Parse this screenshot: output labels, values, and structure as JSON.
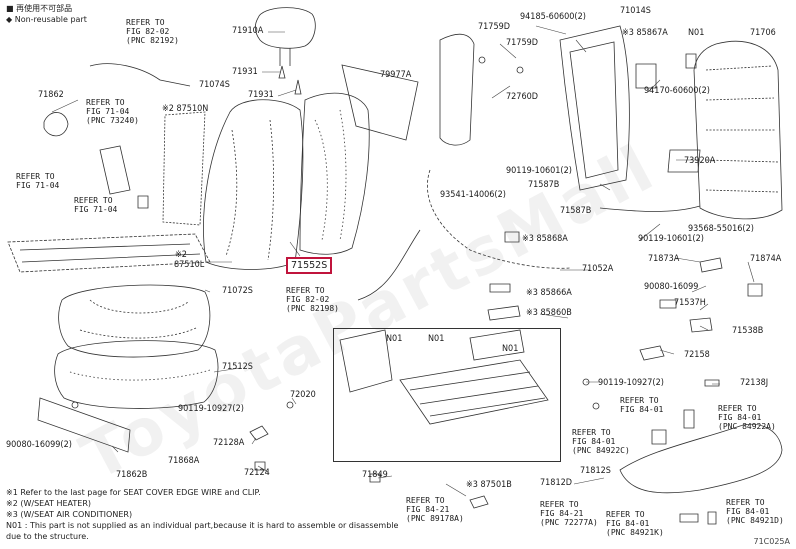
{
  "legend_top": [
    {
      "symbol": "■",
      "text": "再使用不可部品"
    },
    {
      "symbol": "◆",
      "text": "Non-reusable part"
    }
  ],
  "watermark": "ToyotaPartsMall",
  "diagram_code": "71C025A",
  "parts": {
    "p71910A": "71910A",
    "p71931a": "71931",
    "p71931b": "71931",
    "p71074S": "71074S",
    "p87510N": "※2 87510N",
    "p71862": "71862",
    "p79977A": "79977A",
    "p71552S": "71552S",
    "p87510L_a": "※2",
    "p87510L": "87510L",
    "p71072S": "71072S",
    "p71512S": "71512S",
    "p72020": "72020",
    "p90119_10927_2a": "90119-10927(2)",
    "p90080_16099": "90080-16099(2)",
    "p72128A": "72128A",
    "p71868A": "71868A",
    "p71862B": "71862B",
    "p72124": "72124",
    "p71849": "71849",
    "p87501B": "※3 87501B",
    "p71812D": "71812D",
    "p71812S": "71812S",
    "p94185": "94185-60600(2)",
    "p71014S": "71014S",
    "p85867A": "※3 85867A",
    "pN01a": "N01",
    "p71706": "71706",
    "p71759Da": "71759D",
    "p71759Db": "71759D",
    "p72760D": "72760D",
    "p94170": "94170-60600(2)",
    "p90119_10601_2a": "90119-10601(2)",
    "p73920A": "73920A",
    "p71587B": "71587B",
    "p93541": "93541-14006(2)",
    "p71587Bb": "71587B",
    "p93568": "93568-55016(2)",
    "p90119_10601_2b": "90119-10601(2)",
    "p85868A": "※3 85868A",
    "p71052A": "71052A",
    "p71873A": "71873A",
    "p71874A": "71874A",
    "p85866A": "※3 85866A",
    "p90080_16099b": "90080-16099",
    "p71537H": "71537H",
    "p85860B": "※3 85860B",
    "p71538B": "71538B",
    "pN01b": "N01",
    "pN01c": "N01",
    "pN01d": "N01",
    "p72158": "72158",
    "p90119_10927_2b": "90119-10927(2)",
    "p72138J": "72138J"
  },
  "refs": {
    "r8202_82192": "REFER TO\nFIG 82-02\n(PNC 82192)",
    "r7104_73240": "REFER TO\nFIG 71-04\n(PNC 73240)",
    "r7104a": "REFER TO\nFIG 71-04",
    "r7104b": "REFER TO\nFIG 71-04",
    "r8202_82198": "REFER TO\nFIG 82-02\n(PNC 82198)",
    "r8401_a": "REFER TO\nFIG 84-01",
    "r8401_84922A": "REFER TO\nFIG 84-01\n(PNC 84922A)",
    "r8401_84922C": "REFER TO\nFIG 84-01\n(PNC 84922C)",
    "r8421_89178A": "REFER TO\nFIG 84-21\n(PNC 89178A)",
    "r8421_72277A": "REFER TO\nFIG 84-21\n(PNC 72277A)",
    "r8401_84921K": "REFER TO\nFIG 84-01\n(PNC 84921K)",
    "r8401_84921D": "REFER TO\nFIG 84-01\n(PNC 84921D)"
  },
  "notes": [
    "※1  Refer to the last page for SEAT COVER EDGE WIRE and CLIP.",
    "※2  (W/SEAT HEATER)",
    "※3  (W/SEAT AIR CONDITIONER)",
    "N01 : This part is not supplied as an individual part,because it is hard to assemble or disassemble",
    "        due to the structure."
  ]
}
